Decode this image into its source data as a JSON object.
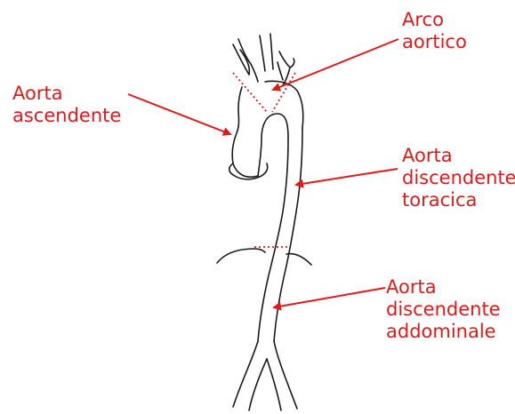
{
  "diagram": {
    "line_color": "#000000",
    "label_color": "#e01a1a",
    "labels": {
      "arch": [
        "Arco",
        "aortico"
      ],
      "ascending": [
        "Aorta",
        "ascendente"
      ],
      "thoracic": [
        "Aorta",
        "discendente",
        "toracica"
      ],
      "abdominal": [
        "Aorta",
        "discendente",
        "addominale"
      ]
    }
  }
}
